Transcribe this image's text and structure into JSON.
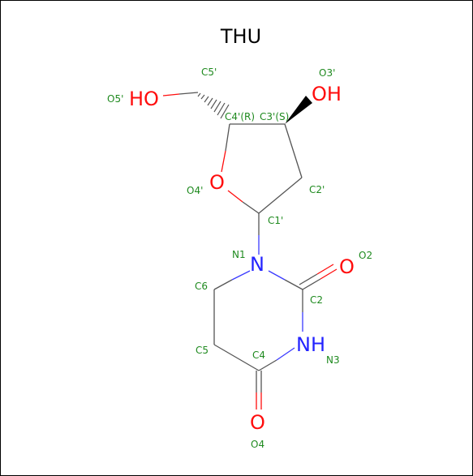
{
  "title": "THU",
  "hetero_atoms": {
    "O5": "HO",
    "O3": "OH",
    "O4": "O",
    "O2": "O",
    "O4b": "O",
    "N1": "N",
    "N3": "NH"
  },
  "atom_names": {
    "O5": "O5'",
    "C5p": "C5'",
    "O3p": "O3'",
    "C4p": "C4'(R)",
    "C3p": "C3'(S)",
    "O4p": "O4'",
    "C2p": "C2'",
    "C1p": "C1'",
    "N1": "N1",
    "O2": "O2",
    "C6": "C6",
    "C2": "C2",
    "C5": "C5",
    "C4": "C4",
    "N3": "N3",
    "O4": "O4"
  },
  "colors": {
    "carbon_bond": "#555555",
    "oxygen": "#ff0d0d",
    "nitrogen": "#2323ff",
    "atom_name": "#1f8a1f"
  }
}
